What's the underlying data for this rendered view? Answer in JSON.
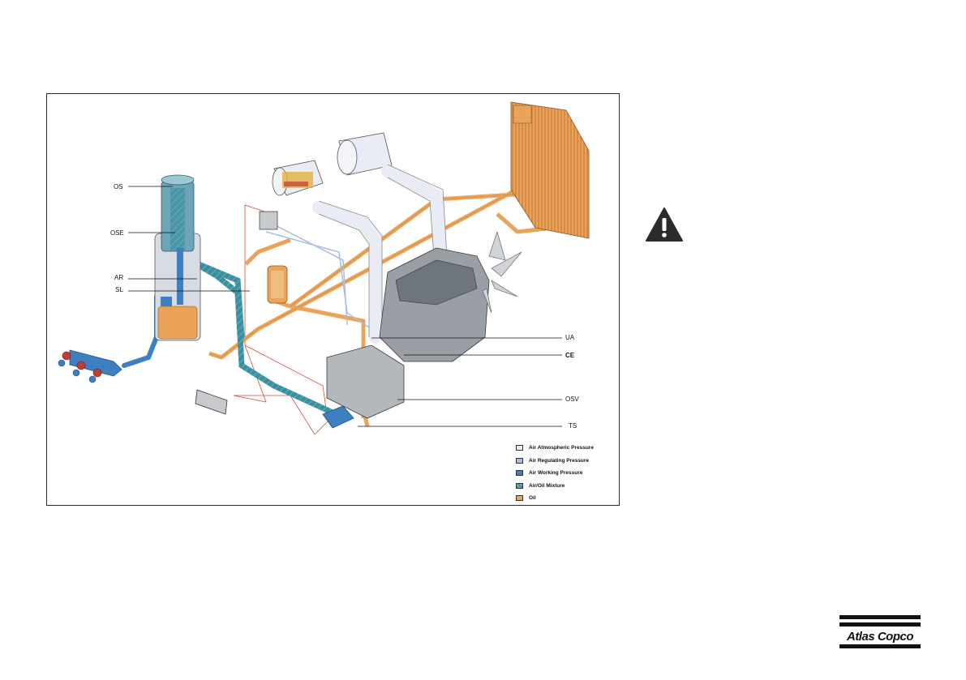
{
  "callouts": {
    "OS": "OS",
    "OSE": "OSE",
    "AR": "AR",
    "SL": "SL",
    "UA": "UA",
    "CE": "CE",
    "OSV": "OSV",
    "TS": "TS"
  },
  "legend": {
    "items": [
      {
        "label": "Air Atmospheric Pressure",
        "color": "#e9ecf4"
      },
      {
        "label": "Air Regulating Pressure",
        "color": "#a9bde0"
      },
      {
        "label": "Air Working Pressure",
        "color": "#3d7fc1"
      },
      {
        "label": "Air/Oil Mixture",
        "color": "#3b8fa0"
      },
      {
        "label": "Oil",
        "color": "#eba35a"
      }
    ]
  },
  "logo": {
    "name": "Atlas Copco",
    "color": "#111111"
  },
  "colors": {
    "oil": "#eba35a",
    "atmospheric": "#e9ecf4",
    "regulating": "#a9bde0",
    "working": "#3d7fc1",
    "mixture": "#3b8fa0",
    "control_line": "#d44b3a",
    "warning": "#2b2b2b"
  }
}
